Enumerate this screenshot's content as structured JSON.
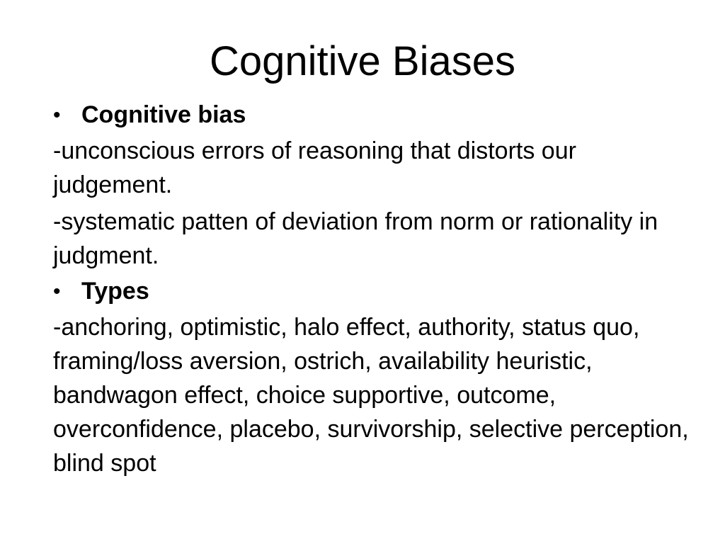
{
  "slide": {
    "title": "Cognitive Biases",
    "bullet_glyph": "•",
    "section1": {
      "heading": "Cognitive bias",
      "paragraphs": [
        "-unconscious errors of reasoning that distorts our judgement.",
        "-systematic patten of deviation from norm or rationality in judgment."
      ]
    },
    "section2": {
      "heading": "Types",
      "paragraphs": [
        "-anchoring, optimistic, halo effect, authority, status quo, framing/loss aversion, ostrich, availability heuristic, bandwagon effect, choice supportive, outcome, overconfidence, placebo, survivorship, selective perception, blind spot"
      ]
    }
  }
}
